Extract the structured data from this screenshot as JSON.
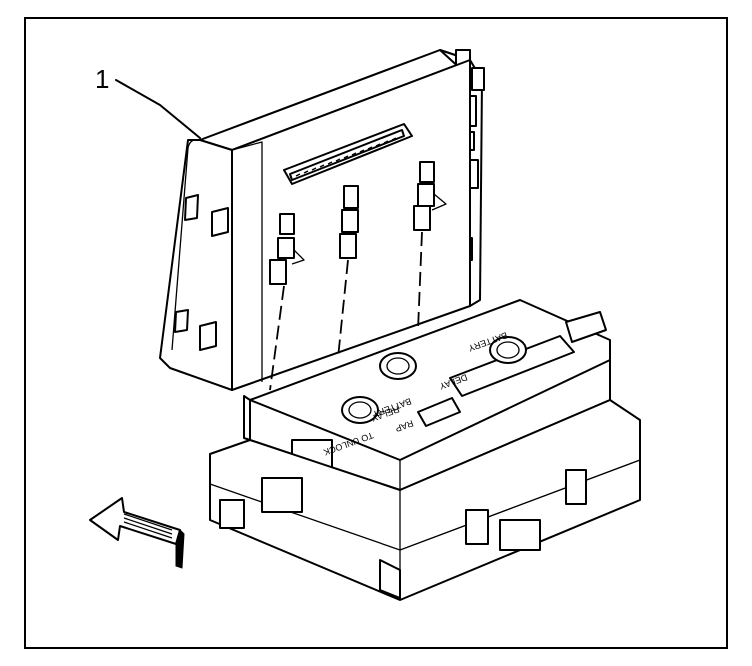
{
  "callout": {
    "number": "1"
  },
  "labels": {
    "battery": "BATTERY",
    "delay": "DELAY",
    "battery_2": "BATTERY",
    "relay": "RELAY",
    "rap": "RAP",
    "to_unlock": "TO UNLOCK"
  },
  "colors": {
    "line": "#000000",
    "background": "#ffffff"
  },
  "icons": {
    "direction": "arrow-left-icon"
  }
}
